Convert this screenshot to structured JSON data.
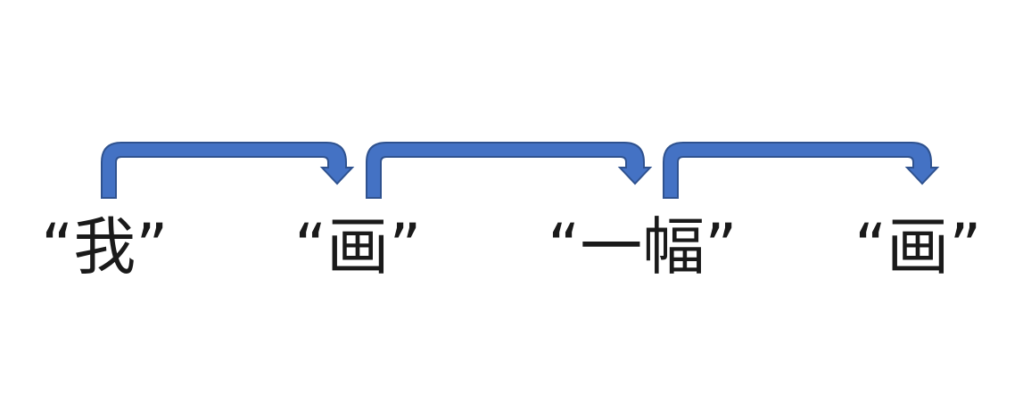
{
  "tokens": [
    "“我”",
    "“画”",
    "“一幅”",
    "“画”"
  ],
  "arrow_color": "#4472C4",
  "arrow_outline_color": "#2F528F",
  "text_color": "#1a1a1a",
  "arrows": [
    {
      "from": 0,
      "to": 1
    },
    {
      "from": 1,
      "to": 2
    },
    {
      "from": 2,
      "to": 3
    }
  ]
}
